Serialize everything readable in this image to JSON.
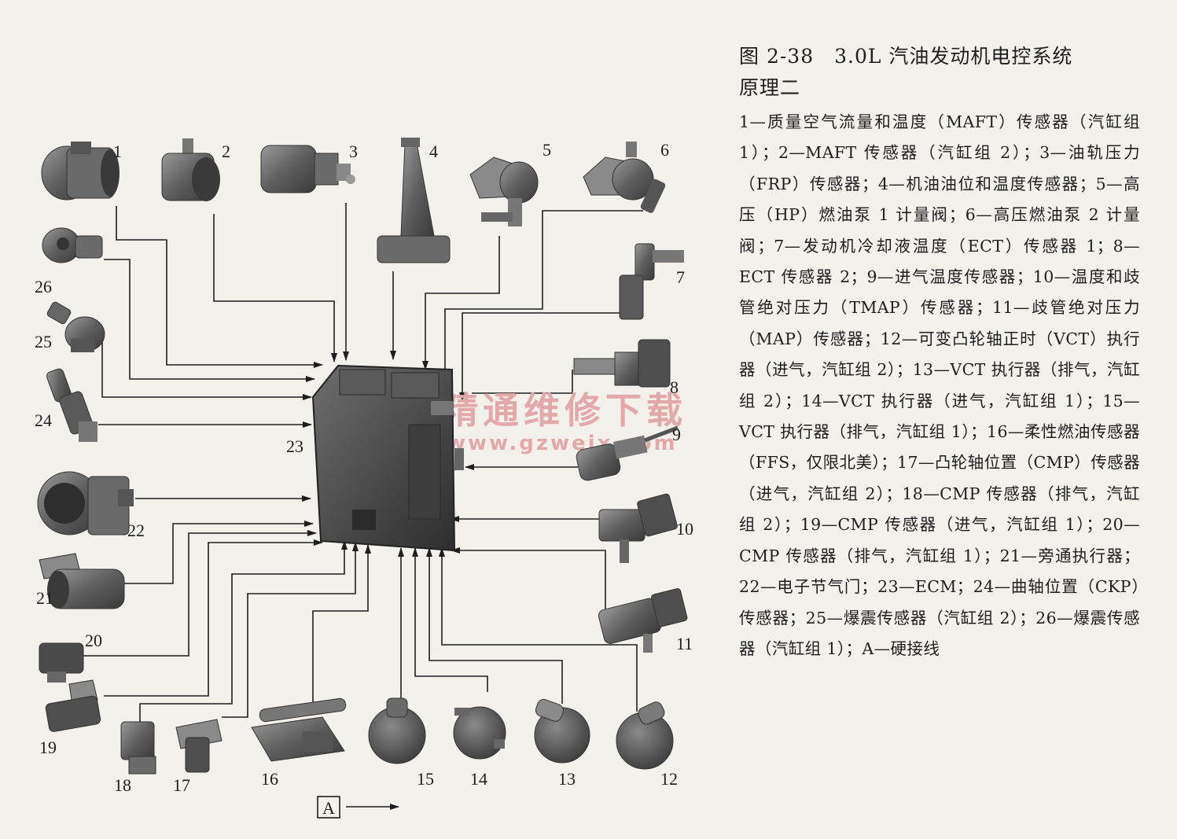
{
  "caption": {
    "title_line1": "图 2-38　3.0L 汽油发动机电控系统",
    "title_line2": "原理二",
    "body": "1—质量空气流量和温度（MAFT）传感器（汽缸组 1）；2—MAFT 传感器（汽缸组 2）；3—油轨压力（FRP）传感器；4—机油油位和温度传感器；5—高压（HP）燃油泵 1 计量阀；6—高压燃油泵 2 计量阀；7—发动机冷却液温度（ECT）传感器 1；8—ECT 传感器 2；9—进气温度传感器；10—温度和歧管绝对压力（TMAP）传感器；11—歧管绝对压力（MAP）传感器；12—可变凸轮轴正时（VCT）执行器（进气，汽缸组 2）；13—VCT 执行器（排气，汽缸组 2）；14—VCT 执行器（进气，汽缸组 1）；15—VCT 执行器（排气，汽缸组 1）；16—柔性燃油传感器（FFS，仅限北美）；17—凸轮轴位置（CMP）传感器（进气，汽缸组 2）；18—CMP 传感器（排气，汽缸组 2）；19—CMP 传感器（进气，汽缸组 1）；20—CMP 传感器（排气，汽缸组 1）；21—旁通执行器；22—电子节气门；23—ECM；24—曲轴位置（CKP）传感器；25—爆震传感器（汽缸组 2）；26—爆震传感器（汽缸组 1）；A—硬接线"
  },
  "labels": {
    "n1": "1",
    "n2": "2",
    "n3": "3",
    "n4": "4",
    "n5": "5",
    "n6": "6",
    "n7": "7",
    "n8": "8",
    "n9": "9",
    "n10": "10",
    "n11": "11",
    "n12": "12",
    "n13": "13",
    "n14": "14",
    "n15": "15",
    "n16": "16",
    "n17": "17",
    "n18": "18",
    "n19": "19",
    "n20": "20",
    "n21": "21",
    "n22": "22",
    "n23": "23",
    "n24": "24",
    "n25": "25",
    "n26": "26",
    "legend_A": "A"
  },
  "watermark": {
    "line1": "精通维修下载",
    "line2": "www.gzweix.com"
  },
  "colors": {
    "line": "#1e1e1e",
    "part_dark": "#4b4b4b",
    "part_mid": "#7a7a7a",
    "part_light": "#a9a9a9",
    "watermark": "#e3a9aa",
    "background": "#f4f1ec"
  }
}
